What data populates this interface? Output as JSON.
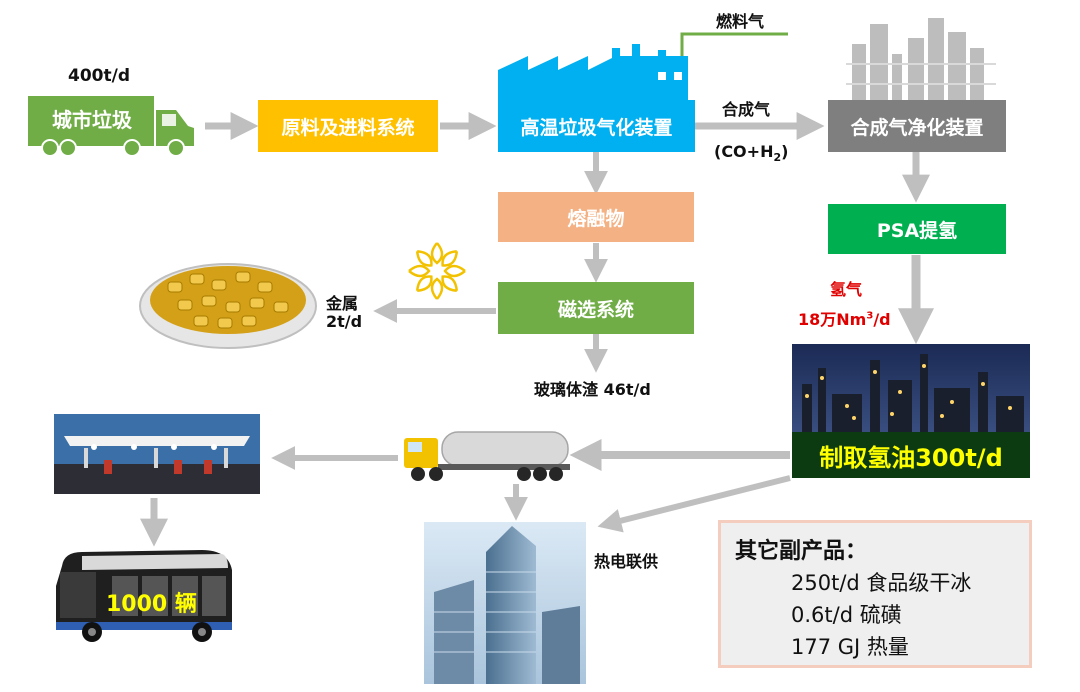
{
  "colors": {
    "green": "#70ad47",
    "orange": "#ffc000",
    "blue": "#00b0f0",
    "gray": "#7f7f7f",
    "peach": "#f4b183",
    "bright_green": "#00b050",
    "arrow": "#bfbfbf",
    "red": "#e00000",
    "panel_bg": "#efefef",
    "panel_border": "#f4cdbf"
  },
  "nodes": {
    "city_waste": "城市垃圾",
    "feed_system": "原料及进料系统",
    "gasifier": "高温垃圾气化装置",
    "syngas_purify": "合成气净化装置",
    "melt": "熔融物",
    "magnetic": "磁选系统",
    "psa": "PSA提氢",
    "hydrogen_oil": "制取氢油300t/d"
  },
  "labels": {
    "waste_rate": "400t/d",
    "fuel_gas": "燃料气",
    "syngas": "合成气",
    "syngas_formula": "(CO+H",
    "syngas_sub": "2",
    "syngas_close": ")",
    "metal": "金属",
    "metal_rate": "2t/d",
    "glass_slag": "玻璃体渣 46t/d",
    "hydrogen": "氢气",
    "hydrogen_rate_prefix": "18万Nm",
    "hydrogen_rate_sup": "3",
    "hydrogen_rate_suffix": "/d",
    "chp": "热电联供",
    "bus_count": "1000 辆"
  },
  "byproducts": {
    "title": "其它副产品：",
    "items": [
      "250t/d 食品级干冰",
      "0.6t/d 硫磺",
      "177 GJ 热量"
    ]
  },
  "icons": [
    "garbage-truck-icon",
    "factory-icon",
    "refinery-towers-icon",
    "metal-pellets-icon",
    "sun-logo-icon",
    "refinery-photo",
    "gas-station-photo",
    "tanker-truck-icon",
    "fuel-cell-bus-icon",
    "skyscraper-photo"
  ]
}
